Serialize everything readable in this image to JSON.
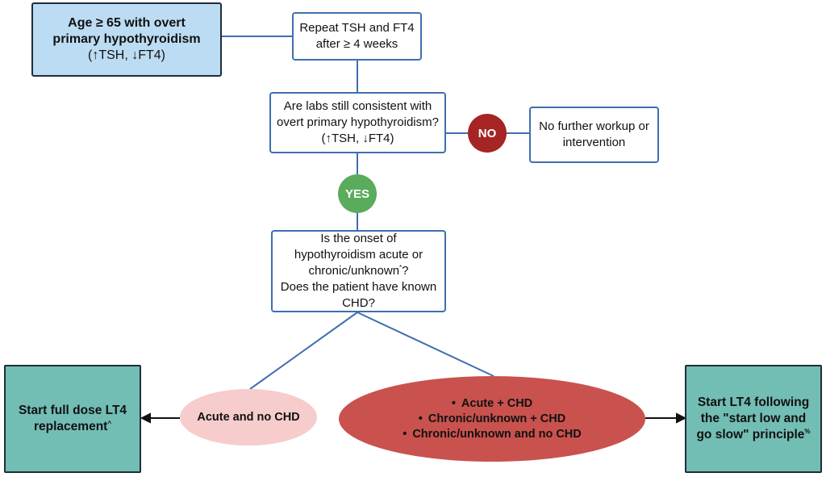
{
  "start": {
    "line1": "Age ≥ 65 with overt",
    "line2": "primary hypothyroidism",
    "line3": "(↑TSH, ↓FT4)"
  },
  "repeat": {
    "line1": "Repeat TSH and FT4",
    "line2": "after ≥ 4 weeks"
  },
  "question1": {
    "line1": "Are labs still consistent with",
    "line2": "overt primary hypothyroidism?",
    "line3": "(↑TSH, ↓FT4)"
  },
  "no_label": "NO",
  "yes_label": "YES",
  "no_outcome": {
    "line1": "No further workup or",
    "line2": "intervention"
  },
  "question2": {
    "line1": "Is the onset of",
    "line2": "hypothyroidism acute or",
    "line3": "chronic/unknown",
    "line3_sup": "*",
    "line3_end": "?",
    "line4": "Does the patient have known",
    "line5": "CHD?"
  },
  "acute_option": "Acute and no CHD",
  "other_options": [
    "Acute + CHD",
    "Chronic/unknown + CHD",
    "Chronic/unknown and no CHD"
  ],
  "full_dose": {
    "line1": "Start full dose LT4",
    "line2": "replacement",
    "sup": "^"
  },
  "low_slow": {
    "line1": "Start LT4 following",
    "line2": "the \"start low and",
    "line3": "go slow\" principle",
    "sup": "%"
  },
  "colors": {
    "box_border": "#3f6fb0",
    "start_fill": "#bcdcf3",
    "no_circle": "#a52524",
    "yes_circle": "#5aab5c",
    "acute_ellipse": "#f6cccc",
    "other_ellipse": "#c9524e",
    "outcome_fill": "#72bdb4"
  }
}
